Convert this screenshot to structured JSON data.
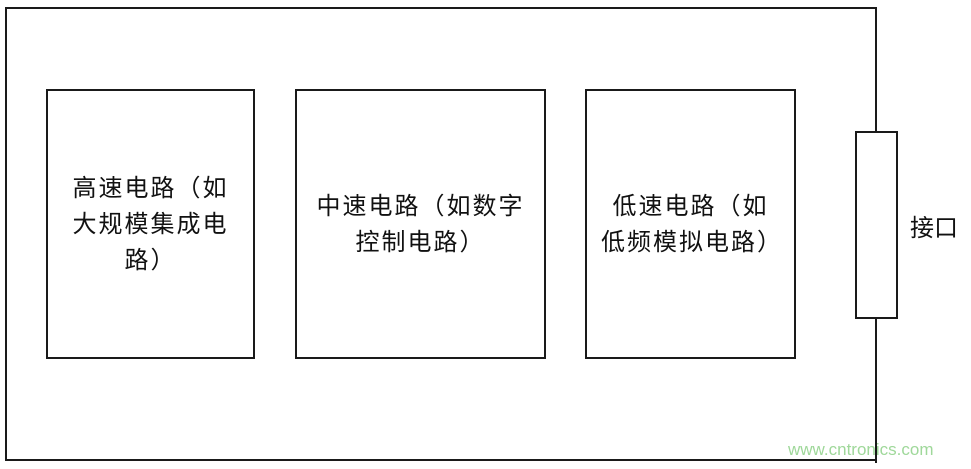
{
  "diagram": {
    "type": "pcb-partition-block-diagram",
    "blocks": [
      {
        "id": "high-speed",
        "label": "高速电路（如大规模集成电路）"
      },
      {
        "id": "mid-speed",
        "label": "中速电路（如数字控制电路）"
      },
      {
        "id": "low-speed",
        "label": "低速电路（如低频模拟电路）"
      }
    ],
    "interface": {
      "label": "接口"
    },
    "watermark": "www.cntronics.com",
    "colors": {
      "line": "#1a1a1a",
      "watermark": "#9fd89a"
    }
  }
}
